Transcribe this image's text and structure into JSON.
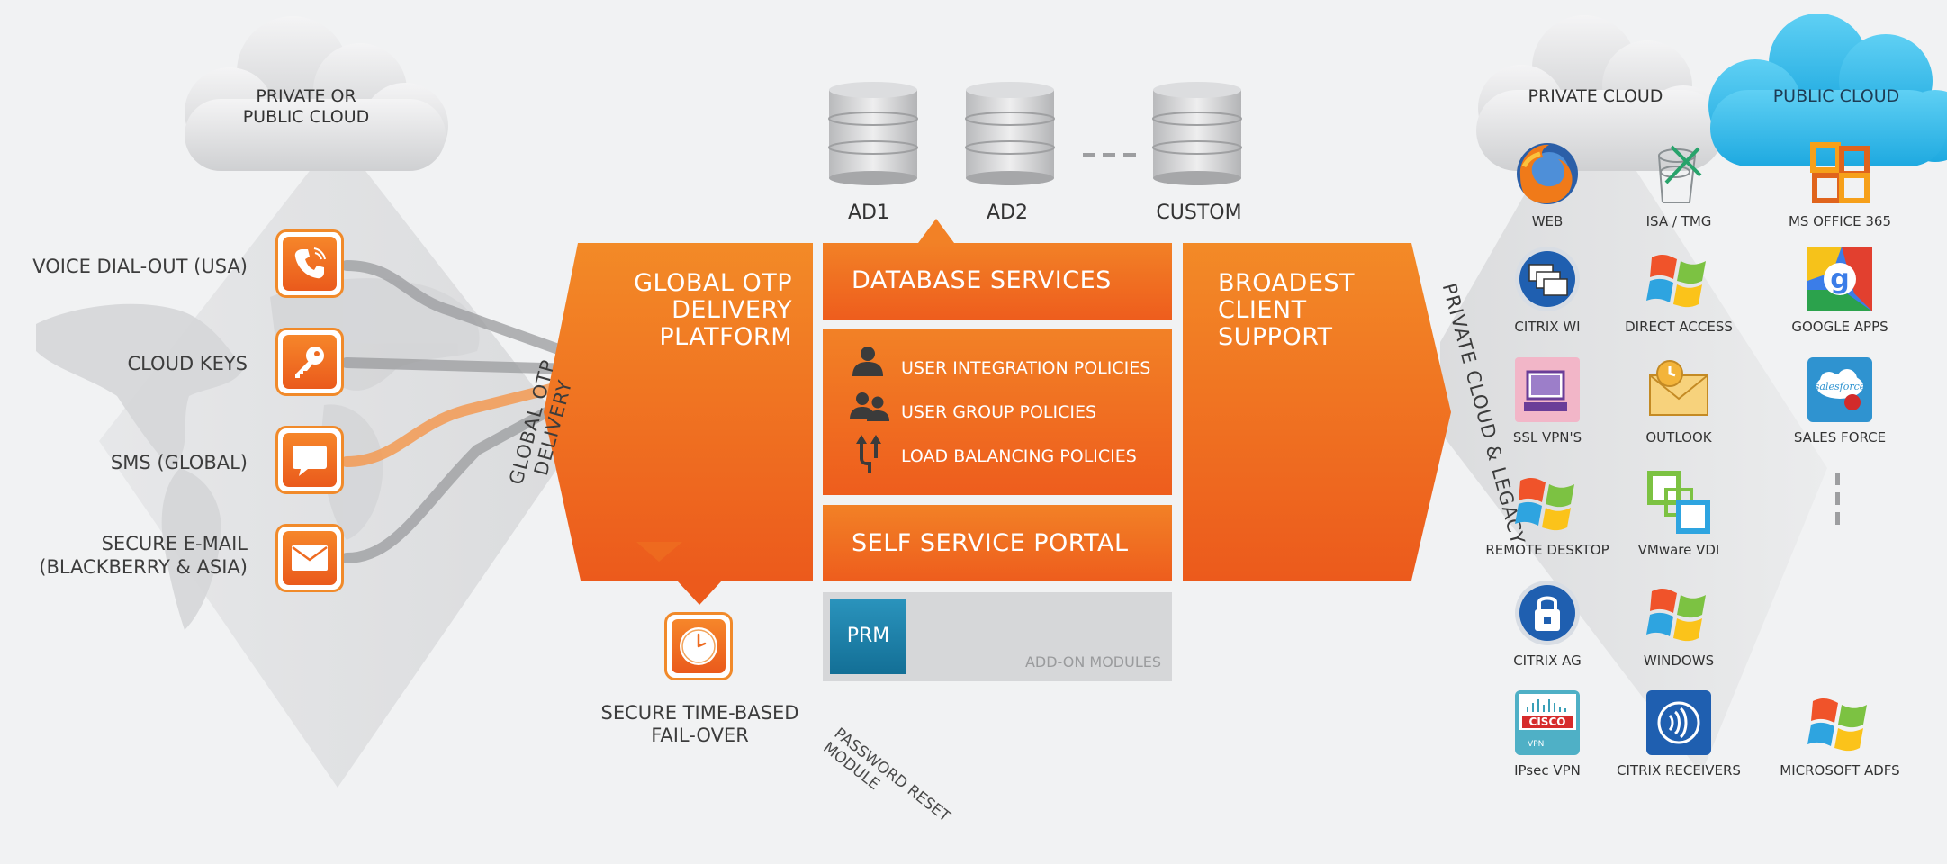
{
  "clouds": {
    "left": "PRIVATE OR\nPUBLIC CLOUD",
    "private": "PRIVATE CLOUD",
    "public": "PUBLIC CLOUD"
  },
  "delivery_methods": [
    {
      "label": "VOICE DIAL-OUT (USA)",
      "icon": "phone-icon"
    },
    {
      "label": "CLOUD KEYS",
      "icon": "key-icon"
    },
    {
      "label": "SMS (GLOBAL)",
      "icon": "sms-icon"
    },
    {
      "label": "SECURE E-MAIL\n(BLACKBERRY & ASIA)",
      "icon": "mail-icon"
    }
  ],
  "vertical_left": "GLOBAL OTP DELIVERY",
  "vertical_right": "PRIVATE CLOUD & LEGACY",
  "platform": "GLOBAL OTP\nDELIVERY\nPLATFORM",
  "failover": "SECURE TIME-BASED\nFAIL-OVER",
  "databases": [
    {
      "label": "AD1"
    },
    {
      "label": "AD2"
    },
    {
      "label": "CUSTOM"
    }
  ],
  "center": {
    "database_services": "DATABASE SERVICES",
    "policies": [
      {
        "label": "USER INTEGRATION POLICIES",
        "icon": "user-icon"
      },
      {
        "label": "USER GROUP POLICIES",
        "icon": "user-group-icon"
      },
      {
        "label": "LOAD BALANCING POLICIES",
        "icon": "load-balance-icon"
      }
    ],
    "self_service": "SELF SERVICE PORTAL",
    "prm": "PRM",
    "addon": "ADD-ON MODULES",
    "prm_caption": "PASSWORD RESET\nMODULE"
  },
  "client_support": "BROADEST\nCLIENT\nSUPPORT",
  "apps": [
    {
      "label": "WEB",
      "icon": "firefox-icon"
    },
    {
      "label": "ISA / TMG",
      "icon": "isa-icon"
    },
    {
      "label": "MS OFFICE 365",
      "icon": "office-icon"
    },
    {
      "label": "CITRIX WI",
      "icon": "citrix-wi-icon"
    },
    {
      "label": "DIRECT ACCESS",
      "icon": "windows-icon"
    },
    {
      "label": "GOOGLE APPS",
      "icon": "google-icon"
    },
    {
      "label": "SSL VPN'S",
      "icon": "ssl-vpn-icon"
    },
    {
      "label": "OUTLOOK",
      "icon": "outlook-icon"
    },
    {
      "label": "SALES FORCE",
      "icon": "salesforce-icon"
    },
    {
      "label": "REMOTE DESKTOP",
      "icon": "windows-icon"
    },
    {
      "label": "VMware VDI",
      "icon": "vmware-icon"
    },
    {
      "label": "CITRIX AG",
      "icon": "citrix-ag-icon"
    },
    {
      "label": "WINDOWS",
      "icon": "windows-icon"
    },
    {
      "label": "IPsec VPN",
      "icon": "cisco-icon"
    },
    {
      "label": "CITRIX RECEIVERS",
      "icon": "citrix-receiver-icon"
    },
    {
      "label": "MICROSOFT ADFS",
      "icon": "windows-icon"
    }
  ],
  "colors": {
    "orange": "#f07a26",
    "orange_dark": "#ea5a1c",
    "cloud_blue": "#25b5e8"
  }
}
